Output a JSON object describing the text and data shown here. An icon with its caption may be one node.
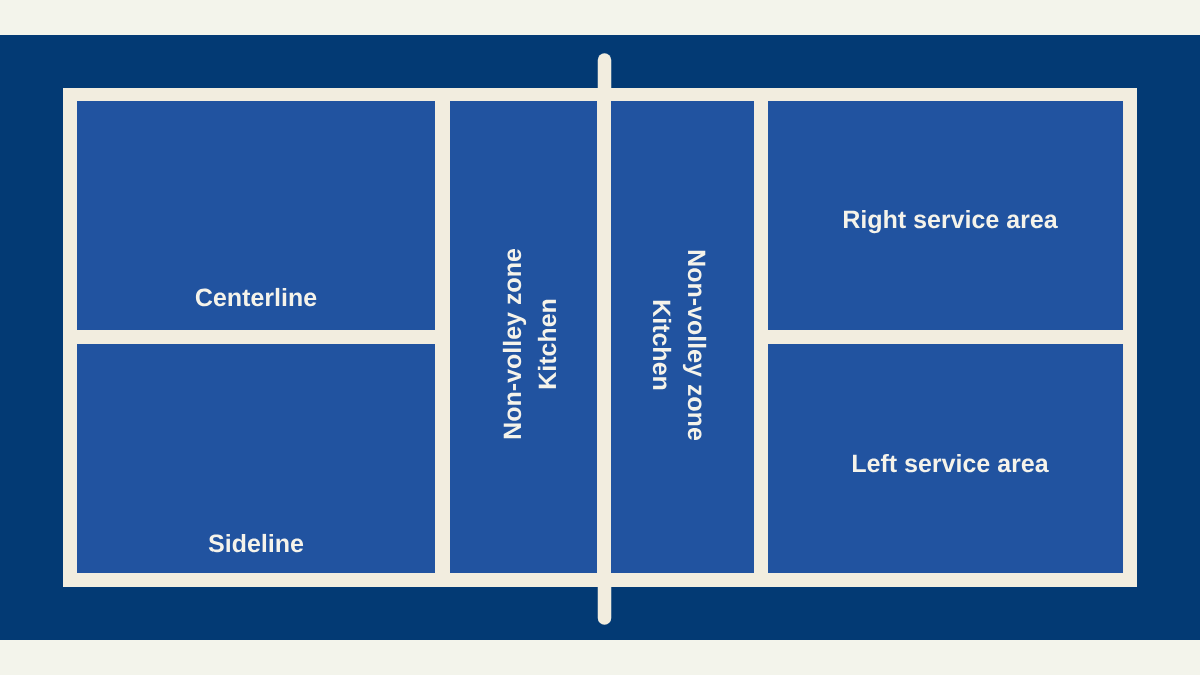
{
  "diagram": {
    "nodes": [
      {
        "text": [
          "Centerline"
        ]
      },
      {
        "text": [
          "Sideline"
        ]
      },
      {
        "text": [
          "Non-volley zone",
          "Kitchen"
        ]
      },
      {
        "text": [
          "Non-volley zone",
          "Kitchen"
        ]
      },
      {
        "text": [
          "Right service area"
        ]
      },
      {
        "text": [
          "Left service area"
        ]
      }
    ]
  }
}
